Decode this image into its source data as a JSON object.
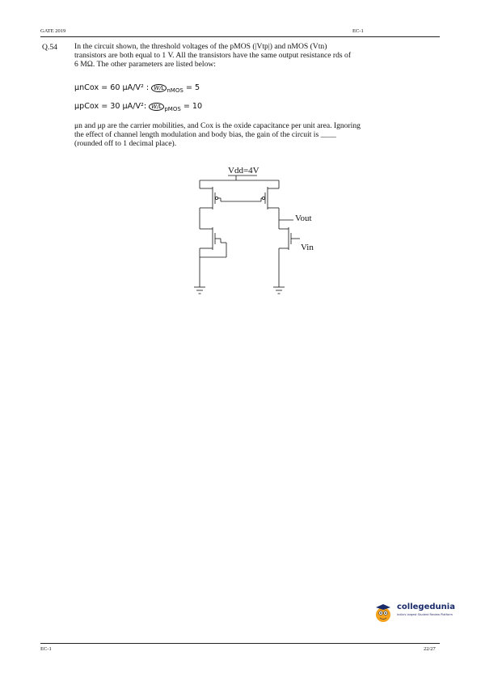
{
  "header": {
    "left": "GATE 2019",
    "right": "EC-1"
  },
  "question": {
    "number": "Q.54",
    "intro_lines": [
      "In the circuit shown, the threshold voltages of the pMOS (|V",
      "transistors are both equal to 1 V. All the transistors have the same output resistance r",
      "6 MΩ. The other parameters are listed below:"
    ],
    "intro_full_1": "In the circuit shown, the threshold voltages of the pMOS (|Vtp|) and nMOS (Vtn)",
    "intro_full_2": "transistors are both equal to 1 V. All the transistors have the same output resistance rds of",
    "intro_full_3": "6 MΩ. The other parameters are listed below:",
    "param1_lhs": "μnCox = 60 μA/V² :",
    "param1_frac": "W/L",
    "param1_sub": "nMOS",
    "param1_val": "= 5",
    "param2_lhs": "μpCox = 30 μA/V²:",
    "param2_frac": "W/L",
    "param2_sub": "pMOS",
    "param2_val": "= 10",
    "after_1": "μn and μp are the carrier mobilities, and Cox is the oxide capacitance per unit area. Ignoring",
    "after_2": "the effect of channel length modulation and body bias, the gain of the circuit is ____",
    "after_3": "(rounded off to 1 decimal place)."
  },
  "circuit": {
    "vdd_label": "Vdd=4V",
    "vout_label": "Vout",
    "vin_label": "Vin"
  },
  "logo": {
    "name": "collegedunia",
    "tagline": "India's largest Student Review Platform"
  },
  "footer": {
    "left": "EC-1",
    "right": "22/27"
  }
}
